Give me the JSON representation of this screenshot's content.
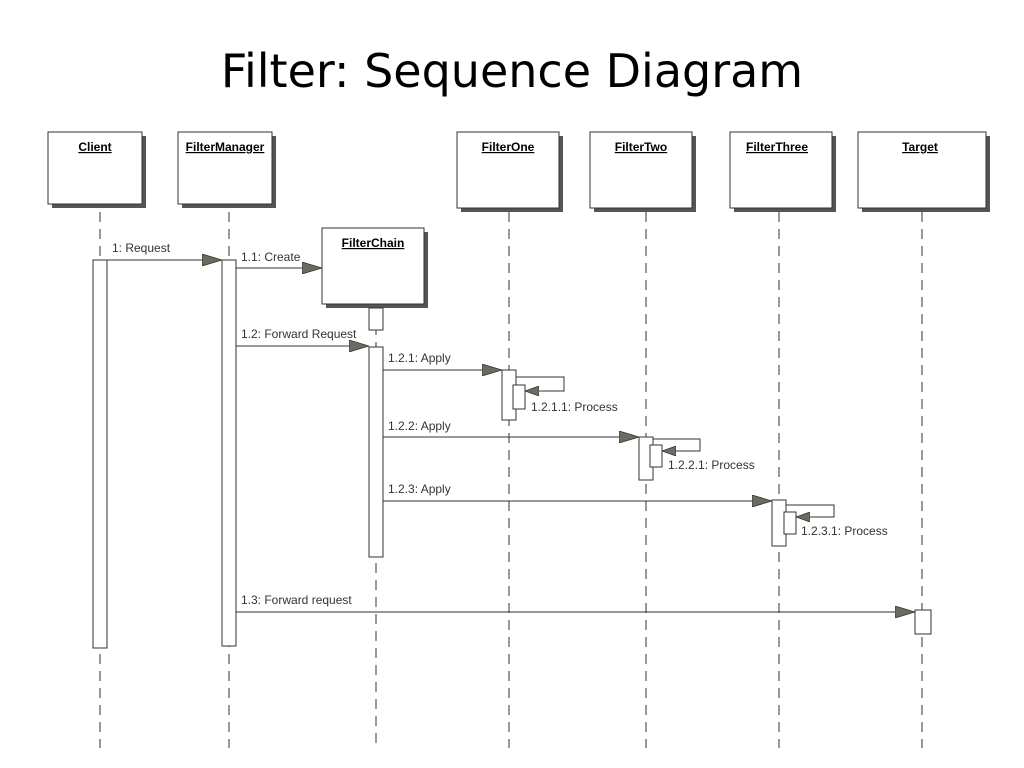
{
  "slide": {
    "title": "Filter: Sequence Diagram"
  },
  "objects": {
    "client": "Client",
    "filter_manager": "FilterManager",
    "filter_chain": "FilterChain",
    "filter_one": "FilterOne",
    "filter_two": "FilterTwo",
    "filter_three": "FilterThree",
    "target": "Target"
  },
  "messages": {
    "request": "1: Request",
    "create": "1.1: Create",
    "forward_request": "1.2: Forward Request",
    "apply_one": "1.2.1: Apply",
    "process_one": "1.2.1.1: Process",
    "apply_two": "1.2.2: Apply",
    "process_two": "1.2.2.1: Process",
    "apply_three": "1.2.3: Apply",
    "process_three": "1.2.3.1: Process",
    "forward_to_target": "1.3: Forward request"
  },
  "colors": {
    "line": "#333333",
    "arrowhead": "#6b6b60",
    "shadow": "#555555"
  }
}
